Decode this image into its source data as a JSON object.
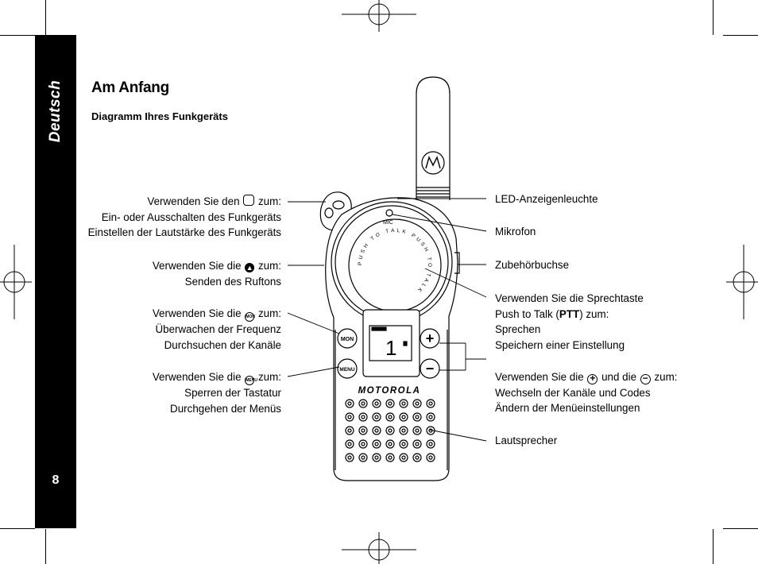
{
  "side_tab": {
    "label": "Deutsch",
    "page_number": "8"
  },
  "heading": {
    "title": "Am Anfang",
    "subtitle": "Diagramm Ihres Funkgeräts"
  },
  "left_callouts": [
    {
      "lines": [
        "Verwenden Sie den ",
        " zum:",
        "Ein- oder Ausschalten des Funkgeräts",
        "Einstellen der Lautstärke des Funkgeräts"
      ],
      "icon": "knob-icon"
    },
    {
      "lines": [
        "Verwenden Sie die ",
        " zum:",
        "Senden des Ruftons"
      ],
      "icon": "call-bell-icon"
    },
    {
      "lines": [
        "Verwenden Sie die ",
        " zum:",
        "Überwachen der Frequenz",
        "Durchsuchen der Kanäle"
      ],
      "icon": "mon-button-icon"
    },
    {
      "lines": [
        "Verwenden Sie die ",
        " zum:",
        "Sperren der Tastatur",
        "Durchgehen der Menüs"
      ],
      "icon": "menu-button-icon"
    }
  ],
  "right_callouts": {
    "led": "LED-Anzeigenleuchte",
    "mic": "Mikrofon",
    "jack": "Zubehörbuchse",
    "ptt": {
      "line1": "Verwenden Sie die Sprechtaste",
      "line2_pre": "Push to Talk (",
      "line2_bold": "PTT",
      "line2_post": ") zum:",
      "line3": "Sprechen",
      "line4": "Speichern einer Einstellung"
    },
    "plusminus": {
      "pre": "Verwenden Sie die ",
      "mid": " und die ",
      "post": " zum:",
      "line2": "Wechseln der Kanäle und Codes",
      "line3": "Ändern der Menüeinstellungen"
    },
    "speaker": "Lautsprecher"
  },
  "device": {
    "brand": "MOTOROLA",
    "mic_label": "MIC",
    "ptt_ring_text": "PUSH TO TALK  PUSH TO TALK",
    "mon_label": "MON",
    "menu_label": "MENU",
    "display_channel": "1",
    "plus_symbol": "+",
    "minus_symbol": "−"
  },
  "icons": {
    "knob": "knob-icon",
    "bell": "call-bell-icon",
    "mon": "mon-button-icon",
    "menu": "menu-button-icon",
    "plus": "plus-circle-icon",
    "minus": "minus-circle-icon"
  }
}
